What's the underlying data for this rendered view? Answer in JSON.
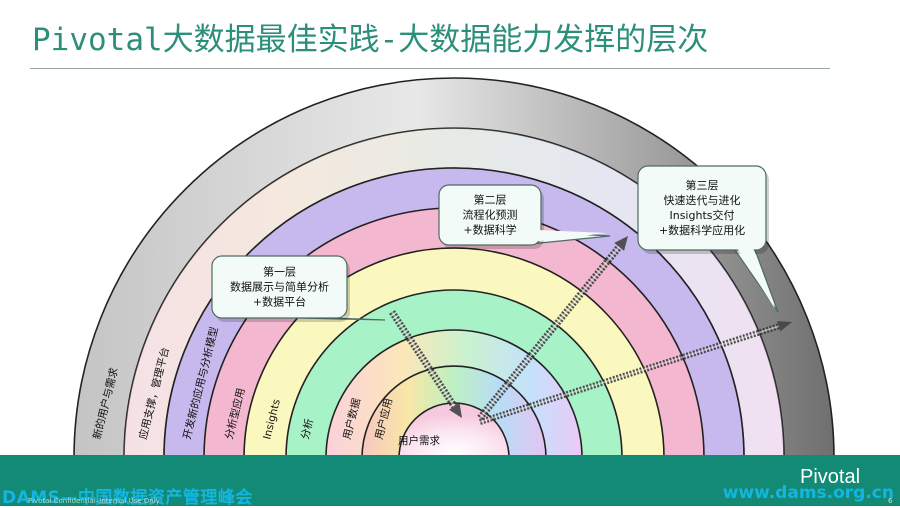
{
  "title": "Pivotal大数据最佳实践-大数据能力发挥的层次",
  "bands": [
    {
      "label": "新的用户与需求",
      "color": "#8c8c8c"
    },
    {
      "label": "应用支撑，管理平台",
      "color": "#f4e9f1"
    },
    {
      "label": "开发新的应用与分析模型",
      "color": "#c7b9ee"
    },
    {
      "label": "分析型应用",
      "color": "#f3b8cf"
    },
    {
      "label": "Insights",
      "color": "#fbf8bf"
    },
    {
      "label": "分析",
      "color": "#a8f2c8"
    },
    {
      "label": "用户数据",
      "color": "#c8ebfa"
    },
    {
      "label": "用户应用",
      "color": "#f9d2e4"
    }
  ],
  "core": {
    "label": "用户需求"
  },
  "callouts": [
    {
      "lines": [
        "第一层",
        "数据展示与简单分析",
        "+数据平台"
      ]
    },
    {
      "lines": [
        "第二层",
        "流程化预测",
        "+数据科学"
      ]
    },
    {
      "lines": [
        "第三层",
        "快速迭代与进化",
        "Insights交付",
        "+数据科学应用化"
      ]
    }
  ],
  "footer": {
    "left": "DAMS—中国数据资产管理峰会",
    "confidential": "Pivotal Confidential–Internal Use Only",
    "right": "www.dams.org.cn",
    "brand": "Pivotal",
    "page": "6"
  }
}
